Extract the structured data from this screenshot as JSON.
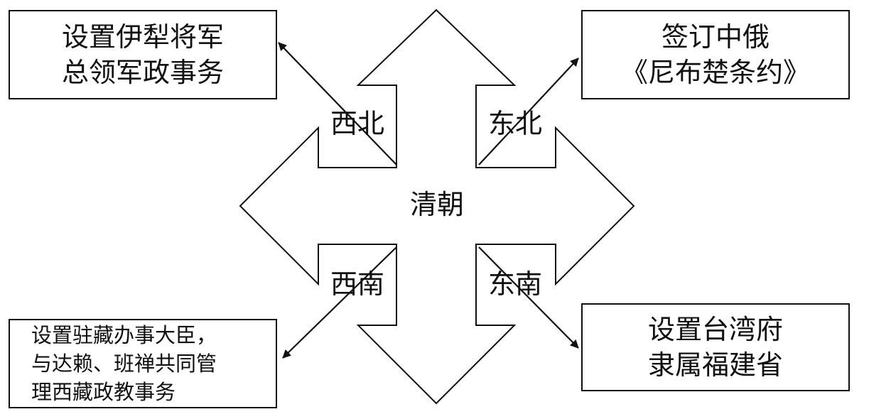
{
  "center_label": "清朝",
  "directions": {
    "northwest": "西北",
    "northeast": "东北",
    "southwest": "西南",
    "southeast": "东南"
  },
  "boxes": {
    "northwest": {
      "lines": [
        "设置伊犁将军",
        "总领军政事务"
      ]
    },
    "northeast": {
      "lines": [
        "签订中俄",
        "《尼布楚条约》"
      ]
    },
    "southwest": {
      "lines": [
        "设置驻藏办事大臣，",
        "与达赖、班禅共同管",
        "理西藏政教事务"
      ]
    },
    "southeast": {
      "lines": [
        "设置台湾府",
        "隶属福建省"
      ]
    }
  },
  "colors": {
    "line": "#111111",
    "background": "#ffffff"
  }
}
